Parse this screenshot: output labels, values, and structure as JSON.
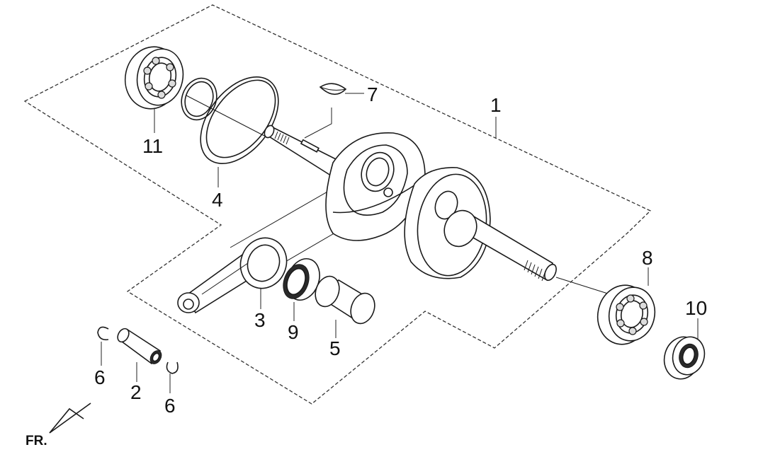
{
  "diagram": {
    "front_marker": "FR.",
    "callouts": [
      {
        "id": "c1",
        "label": "1"
      },
      {
        "id": "c2",
        "label": "2"
      },
      {
        "id": "c3",
        "label": "3"
      },
      {
        "id": "c4",
        "label": "4"
      },
      {
        "id": "c5",
        "label": "5"
      },
      {
        "id": "c6a",
        "label": "6"
      },
      {
        "id": "c6b",
        "label": "6"
      },
      {
        "id": "c7",
        "label": "7"
      },
      {
        "id": "c8",
        "label": "8"
      },
      {
        "id": "c9",
        "label": "9"
      },
      {
        "id": "c10",
        "label": "10"
      },
      {
        "id": "c11",
        "label": "11"
      }
    ]
  }
}
